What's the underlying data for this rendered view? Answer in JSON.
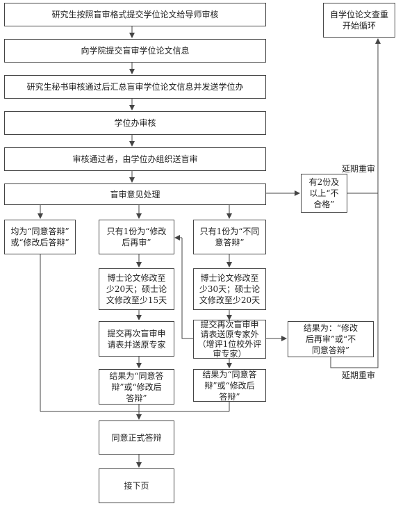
{
  "diagram": {
    "boxes": {
      "submit_format": "研究生按照盲审格式提交学位论文给导师审核",
      "submit_info": "向学院提交盲审学位论文信息",
      "secretary": "研究生秘书审核通过后汇总盲审学位论文信息并发送学位办",
      "degree_office": "学位办审核",
      "organize": "审核通过者，由学位办组织送盲审",
      "opinion": "盲审意见处理",
      "two_fail": "有2份及\n以上“不\n合格”",
      "restart": "自学位论文查重\n开始循环",
      "all_agree": "均为“同意答辩”\n或“修改后答辩”",
      "one_revise": "只有1份为“修改\n后再审”",
      "one_disagree": "只有1份为“不同\n意答辩”",
      "revise_time_a": "博士论文修改至\n少20天；硕士论\n文修改至少15天",
      "revise_time_b": "博士论文修改至\n少30天；硕士论\n文修改至少20天",
      "resubmit_a": "提交再次盲审申\n请表并送原专家",
      "resubmit_b": "提交再次盲审申\n请表送原专家外\n（增评1位校外评\n审专家）",
      "result_fail": "结果为：“修改\n后再审”或“不\n同意答辩”",
      "result_a": "结果为“同意答\n辩”或“修改后\n答辩”",
      "result_b": "结果为“同意答\n辩”或“修改后\n答辩”",
      "defense": "同意正式答辩",
      "next_page": "接下页"
    },
    "labels": {
      "delay_top": "延期重审",
      "delay_bottom": "延期重审"
    }
  }
}
